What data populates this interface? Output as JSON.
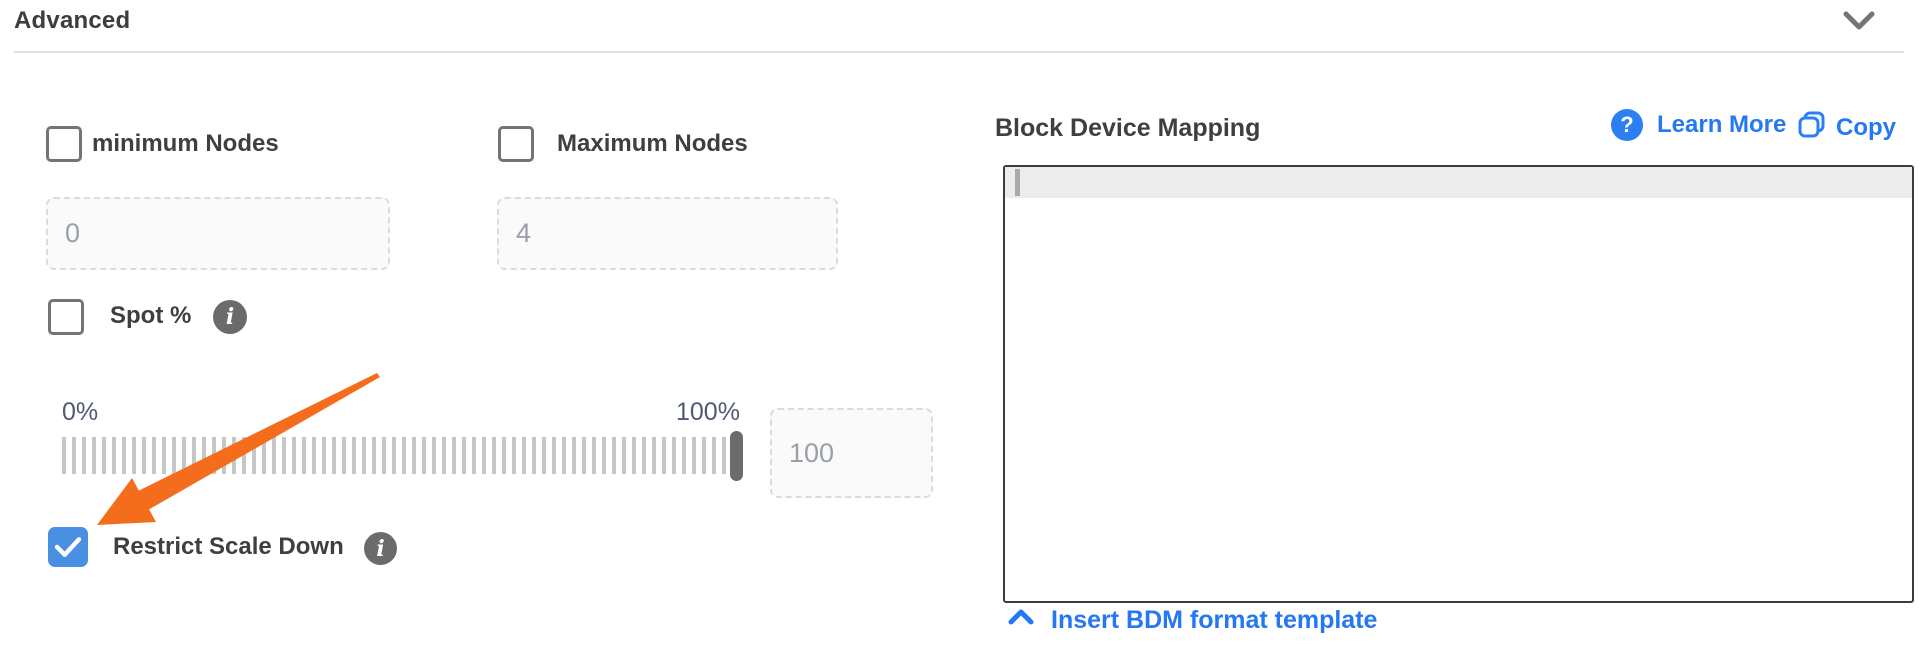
{
  "header": {
    "title": "Advanced"
  },
  "left_panel": {
    "min_nodes": {
      "label": "minimum Nodes",
      "checked": false,
      "value": "0"
    },
    "max_nodes": {
      "label": "Maximum Nodes",
      "checked": false,
      "value": "4"
    },
    "spot": {
      "label": "Spot %",
      "checked": false
    },
    "slider": {
      "min_label": "0%",
      "max_label": "100%",
      "value": "100",
      "position_pct": 100
    },
    "restrict_scale_down": {
      "label": "Restrict Scale Down",
      "checked": true
    }
  },
  "right_panel": {
    "title": "Block Device Mapping",
    "learn_more_label": "Learn More",
    "copy_label": "Copy",
    "editor_content": "",
    "insert_template_label": "Insert BDM format template"
  },
  "icons": {
    "info_glyph": "i",
    "question_glyph": "?"
  },
  "colors": {
    "accent_blue": "#2577f2",
    "checkbox_checked_blue": "#4a90e2",
    "annotation_arrow_orange": "#f36d1d",
    "label_gray": "#3f3f3f",
    "placeholder_gray": "#9aa0a6"
  }
}
